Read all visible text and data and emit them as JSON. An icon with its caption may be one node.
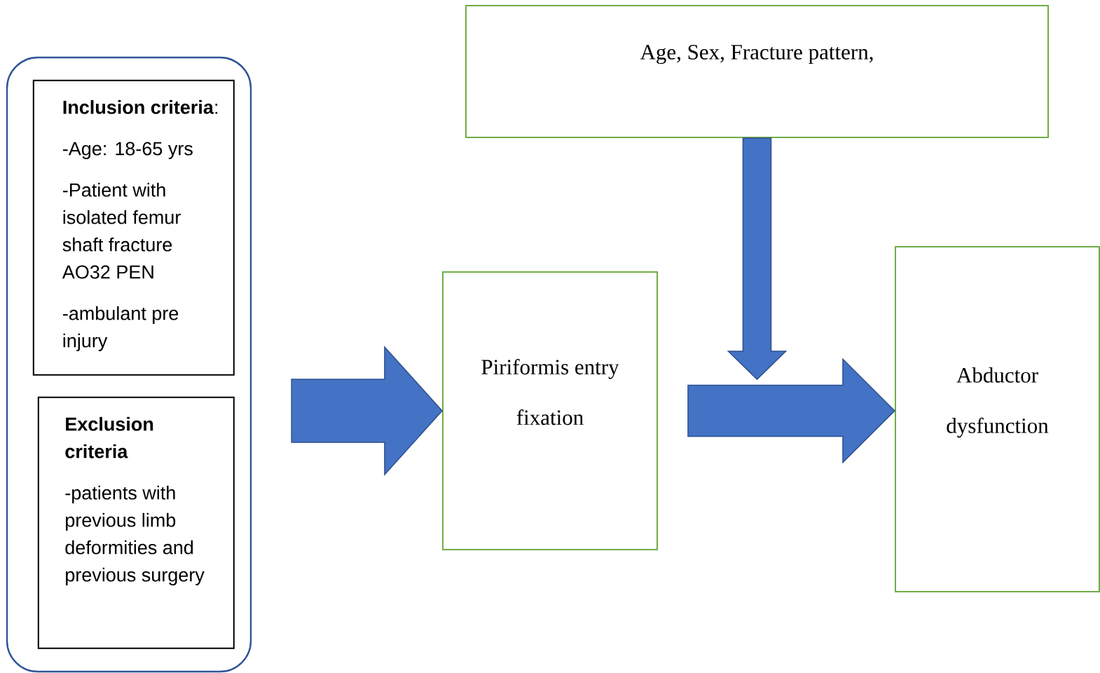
{
  "diagram": {
    "nodes": [
      {
        "text": [],
        "shape": "box"
      },
      {
        "text": [
          "**Inclusion criteria**:",
          "-Age: 18-65 yrs",
          "-Patient with isolated femur shaft fracture AO32 PEN",
          "-ambulant pre injury"
        ],
        "in": 0
      },
      {
        "text": [
          "Exclusion criteria",
          "-patients with previous limb deformities and previous surgery"
        ],
        "in": 0
      },
      {
        "text": [
          "Age, Sex, Fracture pattern,"
        ]
      },
      {
        "text": [
          "Piriformis entry",
          "fixation"
        ]
      },
      {
        "text": [
          "Abductor",
          "dysfunction"
        ]
      }
    ],
    "edges": [
      {
        "from": 0,
        "to": 4,
        "arrow": "to"
      },
      {
        "from": 4,
        "to": 5,
        "arrow": "to"
      },
      {
        "from": 3,
        "to": null,
        "arrow": "to"
      }
    ]
  }
}
